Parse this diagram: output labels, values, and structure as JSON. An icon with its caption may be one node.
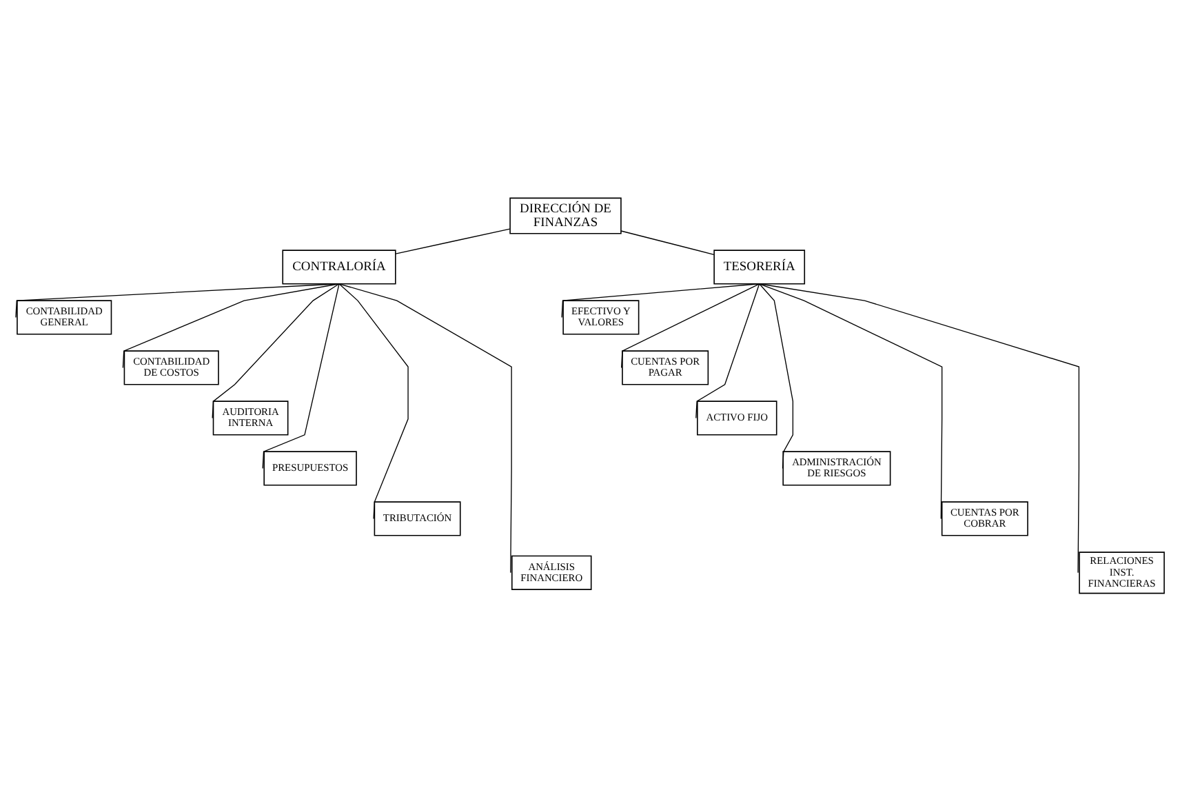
{
  "diagram": {
    "nodes": [
      {
        "text": [
          "DIRECCIÓN DE FINANZAS"
        ]
      },
      {
        "text": [
          "CONTRALORÍA"
        ]
      },
      {
        "text": [
          "TESORERÍA"
        ]
      },
      {
        "text": [
          "CONTABILIDAD GENERAL"
        ]
      },
      {
        "text": [
          "CONTABILIDAD DE COSTOS"
        ]
      },
      {
        "text": [
          "AUDITORIA INTERNA"
        ]
      },
      {
        "text": [
          "PRESUPUESTOS"
        ]
      },
      {
        "text": [
          "TRIBUTACIÓN"
        ]
      },
      {
        "text": [
          "ANÁLISIS FINANCIERO"
        ]
      },
      {
        "text": [
          "EFECTIVO Y VALORES"
        ]
      },
      {
        "text": [
          "CUENTAS POR PAGAR"
        ]
      },
      {
        "text": [
          "ACTIVO FIJO"
        ]
      },
      {
        "text": [
          "ADMINISTRACIÓN DE RIESGOS"
        ]
      },
      {
        "text": [
          "CUENTAS POR COBRAR"
        ]
      },
      {
        "text": [
          "RELACIONES INST. FINANCIERAS"
        ]
      }
    ],
    "edges": [
      {
        "from": 0,
        "to": 1,
        "arrow": "none"
      },
      {
        "from": 0,
        "to": 2,
        "arrow": "none"
      },
      {
        "from": 1,
        "to": 3,
        "arrow": "none"
      },
      {
        "from": 1,
        "to": 4,
        "arrow": "none"
      },
      {
        "from": 1,
        "to": 5,
        "arrow": "none"
      },
      {
        "from": 1,
        "to": 6,
        "arrow": "none"
      },
      {
        "from": 1,
        "to": 7,
        "arrow": "none"
      },
      {
        "from": 1,
        "to": 8,
        "arrow": "none"
      },
      {
        "from": 2,
        "to": 9,
        "arrow": "none"
      },
      {
        "from": 2,
        "to": 10,
        "arrow": "none"
      },
      {
        "from": 2,
        "to": 11,
        "arrow": "none"
      },
      {
        "from": 2,
        "to": 12,
        "arrow": "none"
      },
      {
        "from": 2,
        "to": 13,
        "arrow": "none"
      },
      {
        "from": 2,
        "to": 14,
        "arrow": "none"
      }
    ]
  }
}
